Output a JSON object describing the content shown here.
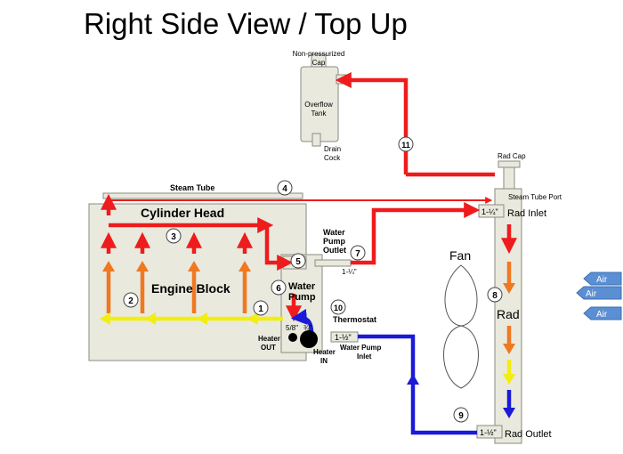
{
  "title": "Right Side View  / Top Up",
  "labels": {
    "non_pressurized_line1": "Non-pressurized",
    "non_pressurized_line2": "Cap",
    "overflow_tank_line1": "Overflow",
    "overflow_tank_line2": "Tank",
    "drain_cock_line1": "Drain",
    "drain_cock_line2": "Cock",
    "rad_cap": "Rad Cap",
    "steam_tube": "Steam Tube",
    "steam_tube_port": "Steam Tube Port",
    "cylinder_head": "Cylinder Head",
    "engine_block": "Engine Block",
    "water_pump_outlet_line1": "Water",
    "water_pump_outlet_line2": "Pump",
    "water_pump_outlet_line3": "Outlet",
    "water_pump_line1": "Water",
    "water_pump_line2": "Pump",
    "thermostat": "Thermostat",
    "heater_out_line1": "Heater",
    "heater_out_line2": "OUT",
    "heater_in_line1": "Heater",
    "heater_in_line2": "IN",
    "water_pump_inlet_line1": "Water Pump",
    "water_pump_inlet_line2": "Inlet",
    "fan": "Fan",
    "rad": "Rad",
    "rad_inlet": "Rad Inlet",
    "rad_outlet": "Rad Outlet",
    "size_1_25_rad_inlet": "1-¼\"",
    "size_1_25_pump_outlet": "1-¼\"",
    "size_1_5_pump_inlet": "1-½\"",
    "size_1_5_rad_outlet": "1-½\"",
    "size_5_8": "5/8\"",
    "size_3_4": "¾\"",
    "air": [
      "Air",
      "Air",
      "Air"
    ]
  },
  "steps": [
    "1",
    "2",
    "3",
    "4",
    "5",
    "6",
    "7",
    "8",
    "9",
    "10",
    "11"
  ],
  "colors": {
    "hot": "#ee1c1c",
    "warm": "#f07820",
    "cool": "#f2ee10",
    "cold": "#1a1ad8",
    "air": "#5b8fd4",
    "body_fill": "#e9e9de",
    "body_stroke": "#8a8a80"
  }
}
